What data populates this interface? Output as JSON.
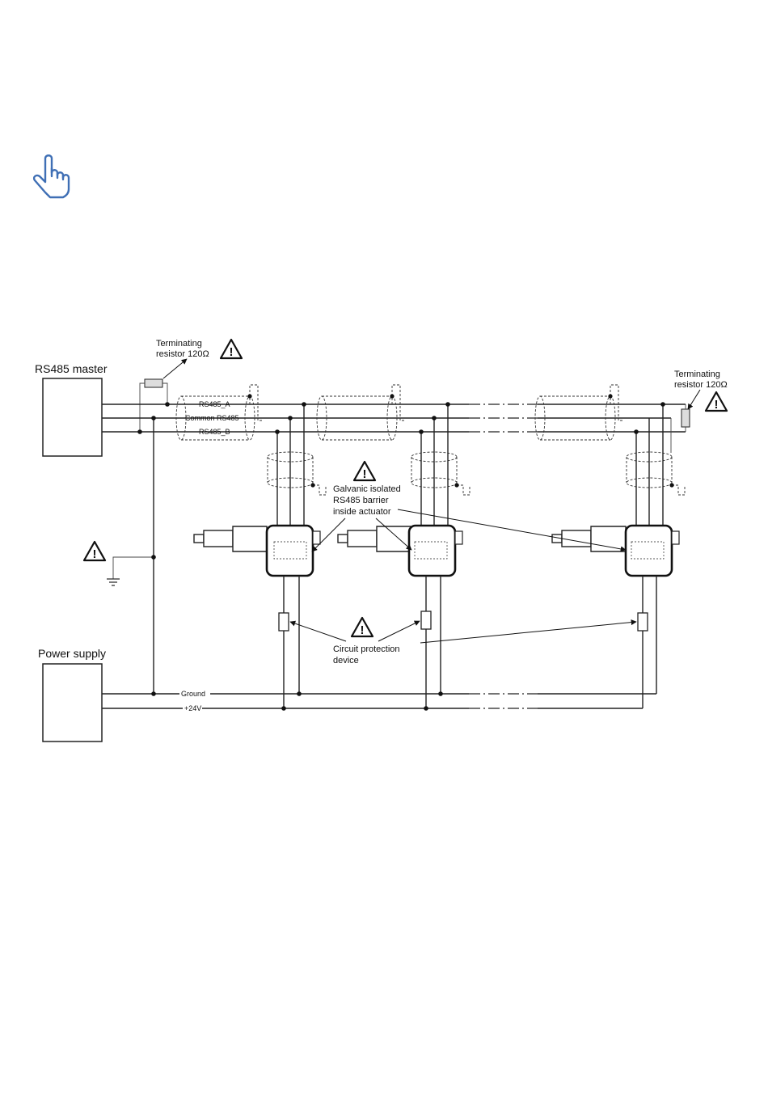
{
  "labels": {
    "rs485_master": "RS485 master",
    "power_supply": "Power supply",
    "terminating_resistor_left_line1": "Terminating",
    "terminating_resistor_left_line2": "resistor 120Ω",
    "terminating_resistor_right_line1": "Terminating",
    "terminating_resistor_right_line2": "resistor 120Ω",
    "rs485_a": "RS485_A",
    "common_rs485": "Common RS485",
    "rs485_b": "RS485_B",
    "galvanic_line1": "Galvanic isolated",
    "galvanic_line2": "RS485 barrier",
    "galvanic_line3": "inside actuator",
    "circuit_protection_line1": "Circuit protection",
    "circuit_protection_line2": "device",
    "ground": "Ground",
    "plus24v": "+24V",
    "warning_symbol": "!"
  },
  "colors": {
    "hand_icon": "#3f6fb5",
    "lines": "#222222"
  },
  "icons": {
    "note": "pointing-hand-icon",
    "warning": "warning-triangle-icon",
    "ground": "ground-symbol-icon"
  }
}
